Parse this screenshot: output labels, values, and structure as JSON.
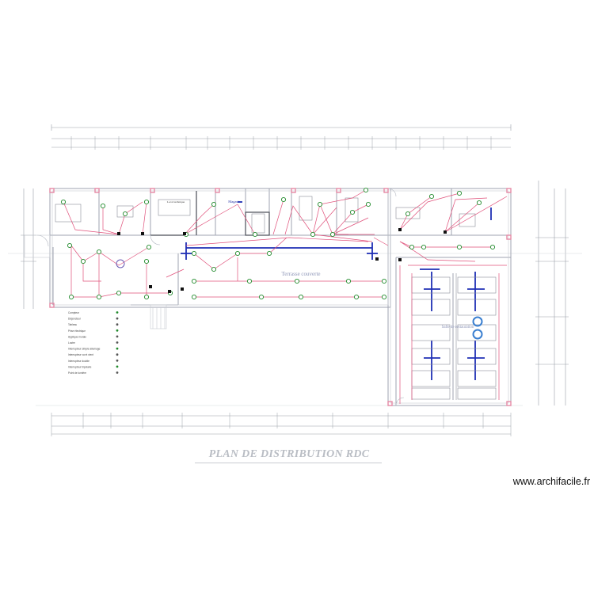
{
  "plan": {
    "title": "PLAN DE DISTRIBUTION RDC",
    "rooms": {
      "terrasse": "Terrasse couverte",
      "magasin": "Magasin",
      "salle_principale": "Salle de restauration",
      "local": "Local technique"
    },
    "legend": [
      "Compteur",
      "Disjoncteur",
      "Tableau",
      "Prise électrique",
      "Applique murale",
      "Lustre",
      "Interrupteur simple allumage",
      "Interrupteur va et vient",
      "Interrupteur double",
      "Interrupteur bipolaire",
      "Point de lumière"
    ]
  },
  "watermark": "www.archifacile.fr",
  "colors": {
    "wiring": "#e0507a",
    "walls": "#9fa3b0",
    "blue_lines": "#1f2fb5",
    "fixtures": "#1f8a2a",
    "dimension_lines": "#9aa0a8",
    "light_circle": "#3a7fd0"
  }
}
